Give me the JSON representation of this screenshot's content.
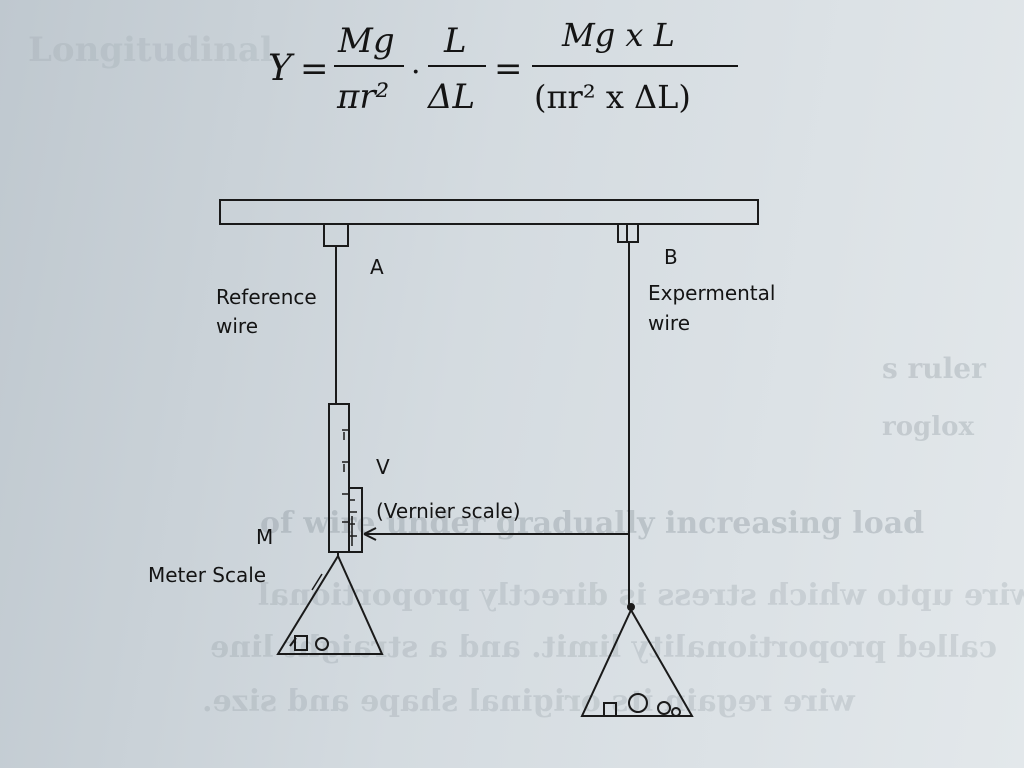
{
  "formula": {
    "lhs": "Y",
    "eq": "=",
    "frac1": {
      "num": "Mg",
      "den": "πr²"
    },
    "dot": "·",
    "frac2": {
      "num": "L",
      "den": "ΔL"
    },
    "frac3": {
      "num": "Mg x L",
      "den": "(πr² x ΔL)"
    }
  },
  "diagram": {
    "label_a": "A",
    "label_b": "B",
    "reference_wire": [
      "Reference",
      "wire"
    ],
    "experimental_wire": [
      "Expermental",
      "wire"
    ],
    "label_v": "V",
    "vernier": "(Vernier scale)",
    "label_m": "M",
    "meter_scale": "Meter Scale"
  },
  "background_bleed": {
    "upper_left": "Longitudinal",
    "right_1": "s ruler",
    "right_2": "roglox",
    "center_line": "of wire under gradually increasing load",
    "mirror_1": "of wire upto which stress is directly proportional",
    "mirror_2": "called proportionality limit. and a straight line",
    "mirror_3": "wire regain its original shape and size."
  }
}
